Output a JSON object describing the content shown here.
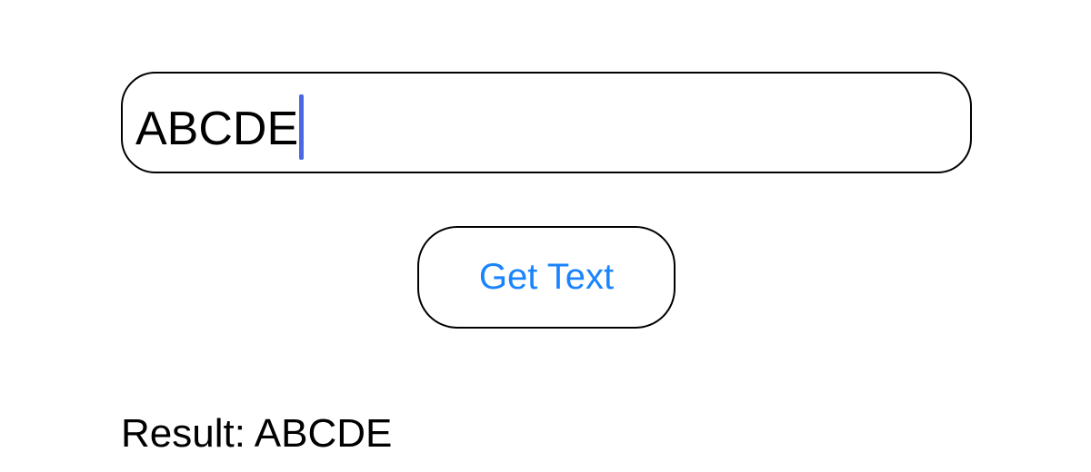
{
  "text_field": {
    "value": "ABCDE",
    "caret_color": "#4a68e0"
  },
  "button": {
    "label": "Get Text",
    "color": "#1a84ff"
  },
  "result": {
    "label": "Result:",
    "value": "ABCDE"
  }
}
